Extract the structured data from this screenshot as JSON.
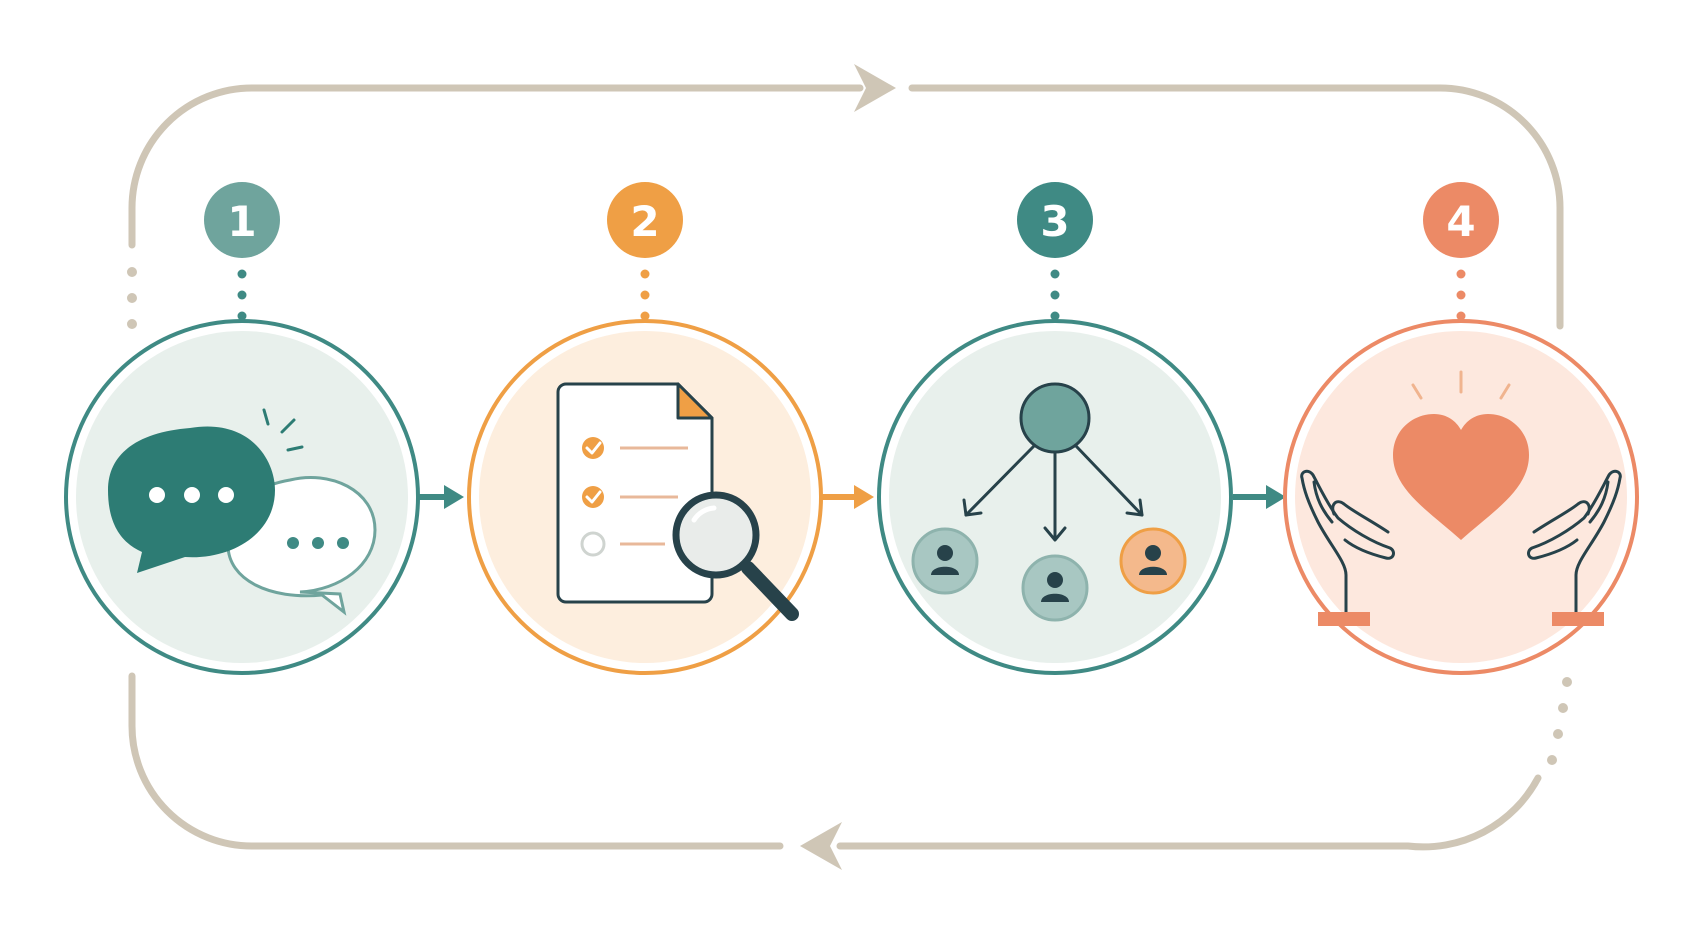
{
  "colors": {
    "teal": "#3f8a84",
    "teal_dark": "#2d7c74",
    "teal_mid": "#6fa49d",
    "orange": "#ef9f45",
    "coral": "#ec8a66",
    "loop_gray": "#cfc6b6",
    "dark": "#27424a",
    "teal_fill": "#e8f0ec",
    "orange_fill": "#fdeede",
    "coral_fill": "#fde8de"
  },
  "steps": [
    {
      "number": "1",
      "icon": "speech-bubbles-icon",
      "badge_color": "#6fa49d",
      "ring_color": "#3f8a84",
      "fill_color": "#e8f0ec"
    },
    {
      "number": "2",
      "icon": "checklist-magnifier-icon",
      "badge_color": "#ef9f45",
      "ring_color": "#ef9f45",
      "fill_color": "#fdeede"
    },
    {
      "number": "3",
      "icon": "org-network-icon",
      "badge_color": "#3f8a84",
      "ring_color": "#3f8a84",
      "fill_color": "#e8f0ec"
    },
    {
      "number": "4",
      "icon": "hands-heart-icon",
      "badge_color": "#ec8a66",
      "ring_color": "#ec8a66",
      "fill_color": "#fde8de"
    }
  ],
  "loop": {
    "direction": "clockwise",
    "top_arrow": "right",
    "bottom_arrow": "left"
  }
}
